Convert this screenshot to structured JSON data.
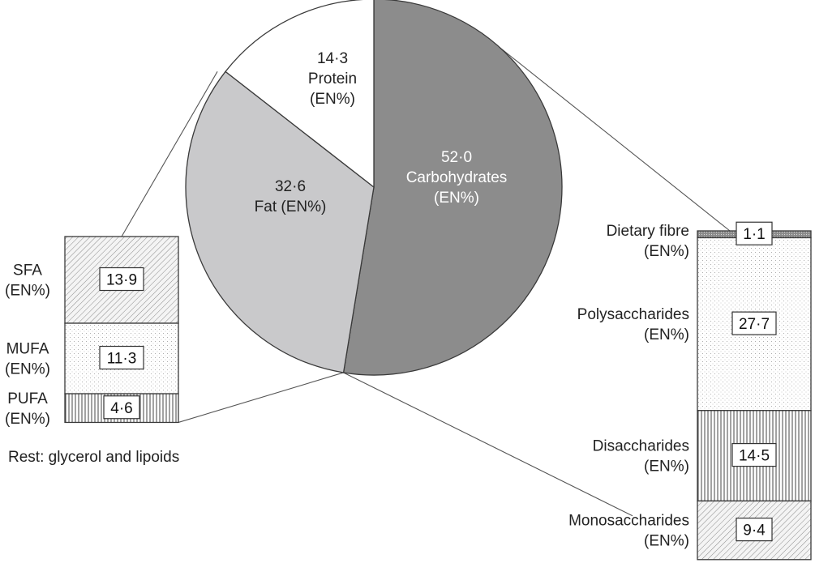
{
  "chart_data": [
    {
      "type": "pie",
      "slices": [
        {
          "value": "52·0",
          "number": 52.0,
          "label": "Carbohydrates",
          "unit": "(EN%)",
          "color": "#8c8c8c"
        },
        {
          "value": "32·6",
          "number": 32.6,
          "label": "Fat (EN%)",
          "unit": "",
          "color": "#c9c9cb"
        },
        {
          "value": "14·3",
          "number": 14.3,
          "label": "Protein",
          "unit": "(EN%)",
          "color": "#ffffff"
        }
      ]
    },
    {
      "type": "bar",
      "stacked": true,
      "subtitle_of": "Fat",
      "segments": [
        {
          "value": "13·9",
          "number": 13.9,
          "label": "SFA",
          "unit": "(EN%)",
          "pattern": "diagonal"
        },
        {
          "value": "11·3",
          "number": 11.3,
          "label": "MUFA",
          "unit": "(EN%)",
          "pattern": "dots"
        },
        {
          "value": "4·6",
          "number": 4.6,
          "label": "PUFA",
          "unit": "(EN%)",
          "pattern": "vertical"
        }
      ],
      "note": "Rest: glycerol and lipoids"
    },
    {
      "type": "bar",
      "stacked": true,
      "subtitle_of": "Carbohydrates",
      "segments": [
        {
          "value": "1·1",
          "number": 1.1,
          "label": "Dietary fibre",
          "unit": "(EN%)",
          "pattern": "dense"
        },
        {
          "value": "27·7",
          "number": 27.7,
          "label": "Polysaccharides",
          "unit": "(EN%)",
          "pattern": "dots"
        },
        {
          "value": "14·5",
          "number": 14.5,
          "label": "Disaccharides",
          "unit": "(EN%)",
          "pattern": "vertical"
        },
        {
          "value": "9·4",
          "number": 9.4,
          "label": "Monosaccharides",
          "unit": "(EN%)",
          "pattern": "diagonal"
        }
      ]
    }
  ]
}
